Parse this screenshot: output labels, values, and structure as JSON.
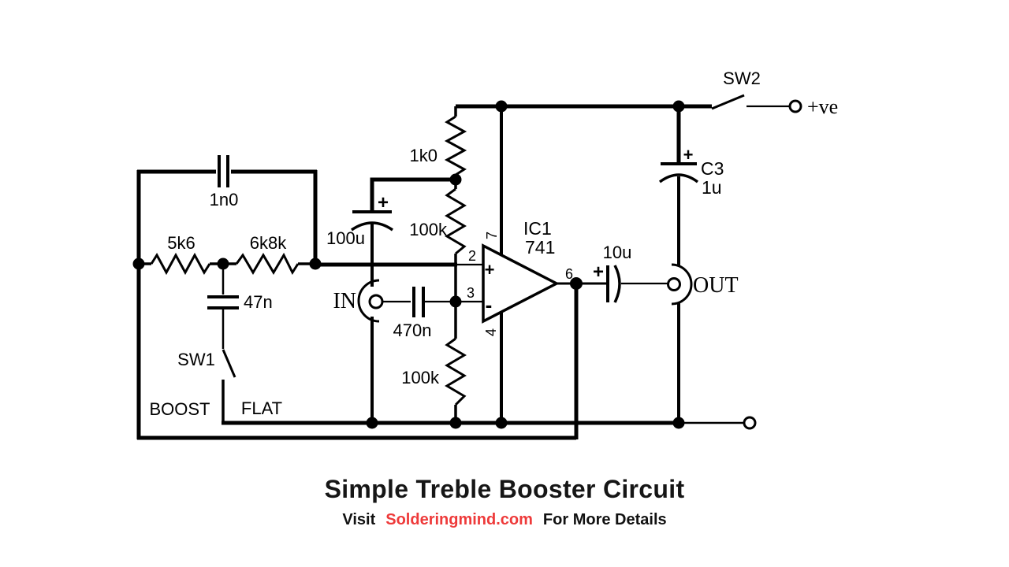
{
  "schematic": {
    "labels": {
      "cap_1n0": "1n0",
      "res_5k6": "5k6",
      "res_6k8k": "6k8k",
      "cap_47n": "47n",
      "sw1": "SW1",
      "sw1_pos_boost": "BOOST",
      "sw1_pos_flat": "FLAT",
      "cap_100u": "100u",
      "cap_100u_plus": "+",
      "jack_in": "IN",
      "cap_470n": "470n",
      "res_1k0": "1k0",
      "res_100k_upper": "100k",
      "res_100k_lower": "100k",
      "ic_ref": "IC1",
      "ic_part": "741",
      "opamp_plus": "+",
      "opamp_minus": "-",
      "pin2": "2",
      "pin3": "3",
      "pin4": "4",
      "pin6": "6",
      "pin7": "7",
      "cap_10u": "10u",
      "cap_10u_plus": "+",
      "cap_c3_ref": "C3",
      "cap_c3_value": "1u",
      "cap_c3_plus": "+",
      "sw2": "SW2",
      "supply_positive": "+ve",
      "jack_out": "OUT"
    },
    "line_color": "#000000",
    "background": "#ffffff"
  },
  "footer": {
    "title": "Simple Treble Booster Circuit",
    "visit_label": "Visit",
    "site_label": "Solderingmind.com",
    "details_label": "For More Details",
    "site_color": "#ee3a3a"
  }
}
